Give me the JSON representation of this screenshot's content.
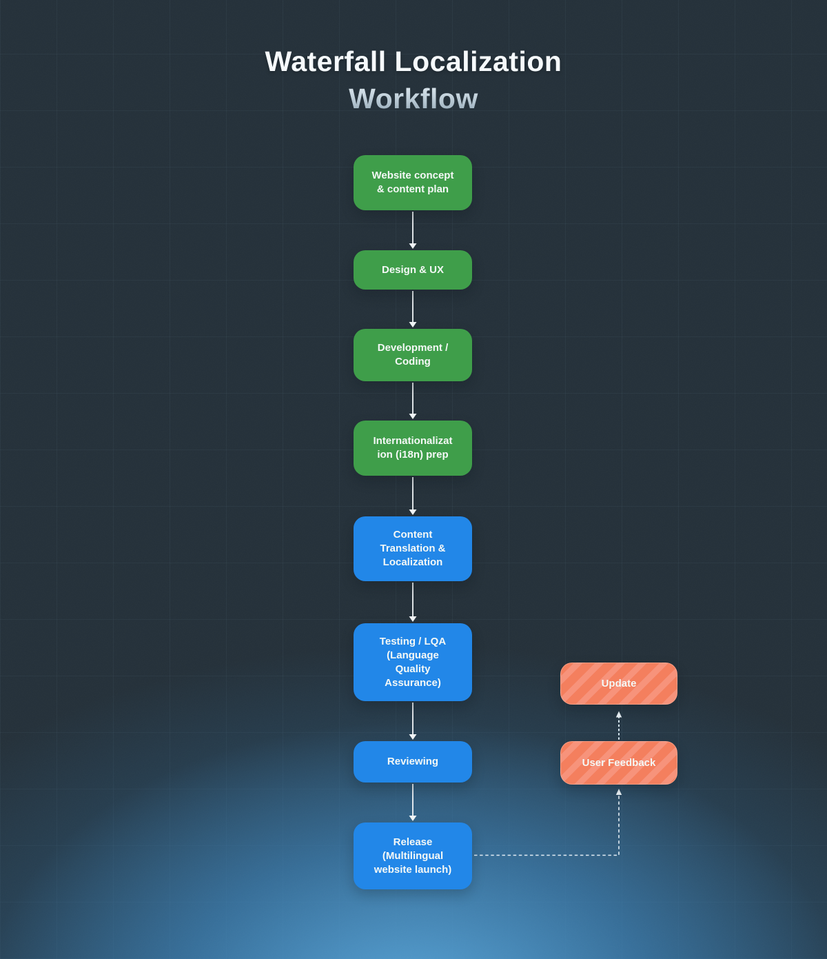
{
  "title": {
    "line1": "Waterfall Localization",
    "line2": "Workflow"
  },
  "flow_nodes": [
    {
      "label": "Website concept\n& content plan",
      "color": "green"
    },
    {
      "label": "Design & UX",
      "color": "green"
    },
    {
      "label": "Development /\nCoding",
      "color": "green"
    },
    {
      "label": "Internationalizat\nion (i18n) prep",
      "color": "green"
    },
    {
      "label": "Content\nTranslation &\nLocalization",
      "color": "blue"
    },
    {
      "label": "Testing / LQA\n(Language\nQuality\nAssurance)",
      "color": "blue"
    },
    {
      "label": "Reviewing",
      "color": "blue"
    },
    {
      "label": "Release\n(Multilingual\nwebsite launch)",
      "color": "blue"
    }
  ],
  "feedback_nodes": [
    {
      "label": "Update",
      "color": "orange"
    },
    {
      "label": "User Feedback",
      "color": "orange"
    }
  ],
  "colors": {
    "stage_green": "#3f9e4a",
    "stage_blue": "#2287e8",
    "feedback_orange_base": "#f47f5e",
    "feedback_orange_stripe": "#f7937b",
    "background": "#243039",
    "glow_blue": "#3d8ec7",
    "arrow_white": "#f2f6f8",
    "title_white": "#f6fafc",
    "title_silver": "#c2d1db"
  }
}
